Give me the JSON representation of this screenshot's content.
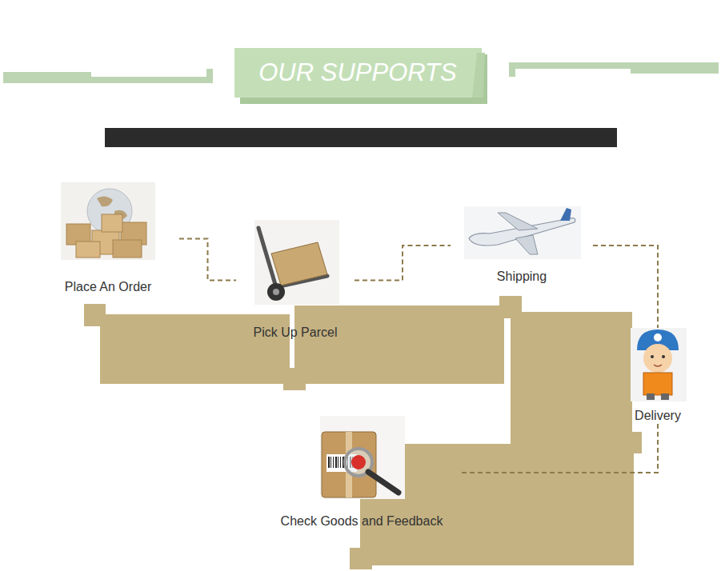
{
  "diagram": {
    "title": "OUR SUPPORTS",
    "nodes": [
      {
        "text": [
          "Place An Order"
        ]
      },
      {
        "text": [
          "Pick Up Parcel"
        ]
      },
      {
        "text": [
          "Shipping"
        ]
      },
      {
        "text": [
          "Delivery"
        ]
      },
      {
        "text": [
          "Check Goods and Feedback"
        ]
      }
    ],
    "edges": [
      {
        "from": 0,
        "to": 1,
        "arrow": "none"
      },
      {
        "from": 1,
        "to": 2,
        "arrow": "none"
      },
      {
        "from": 2,
        "to": 3,
        "arrow": "none"
      },
      {
        "from": 3,
        "to": 4,
        "arrow": "none"
      }
    ]
  }
}
